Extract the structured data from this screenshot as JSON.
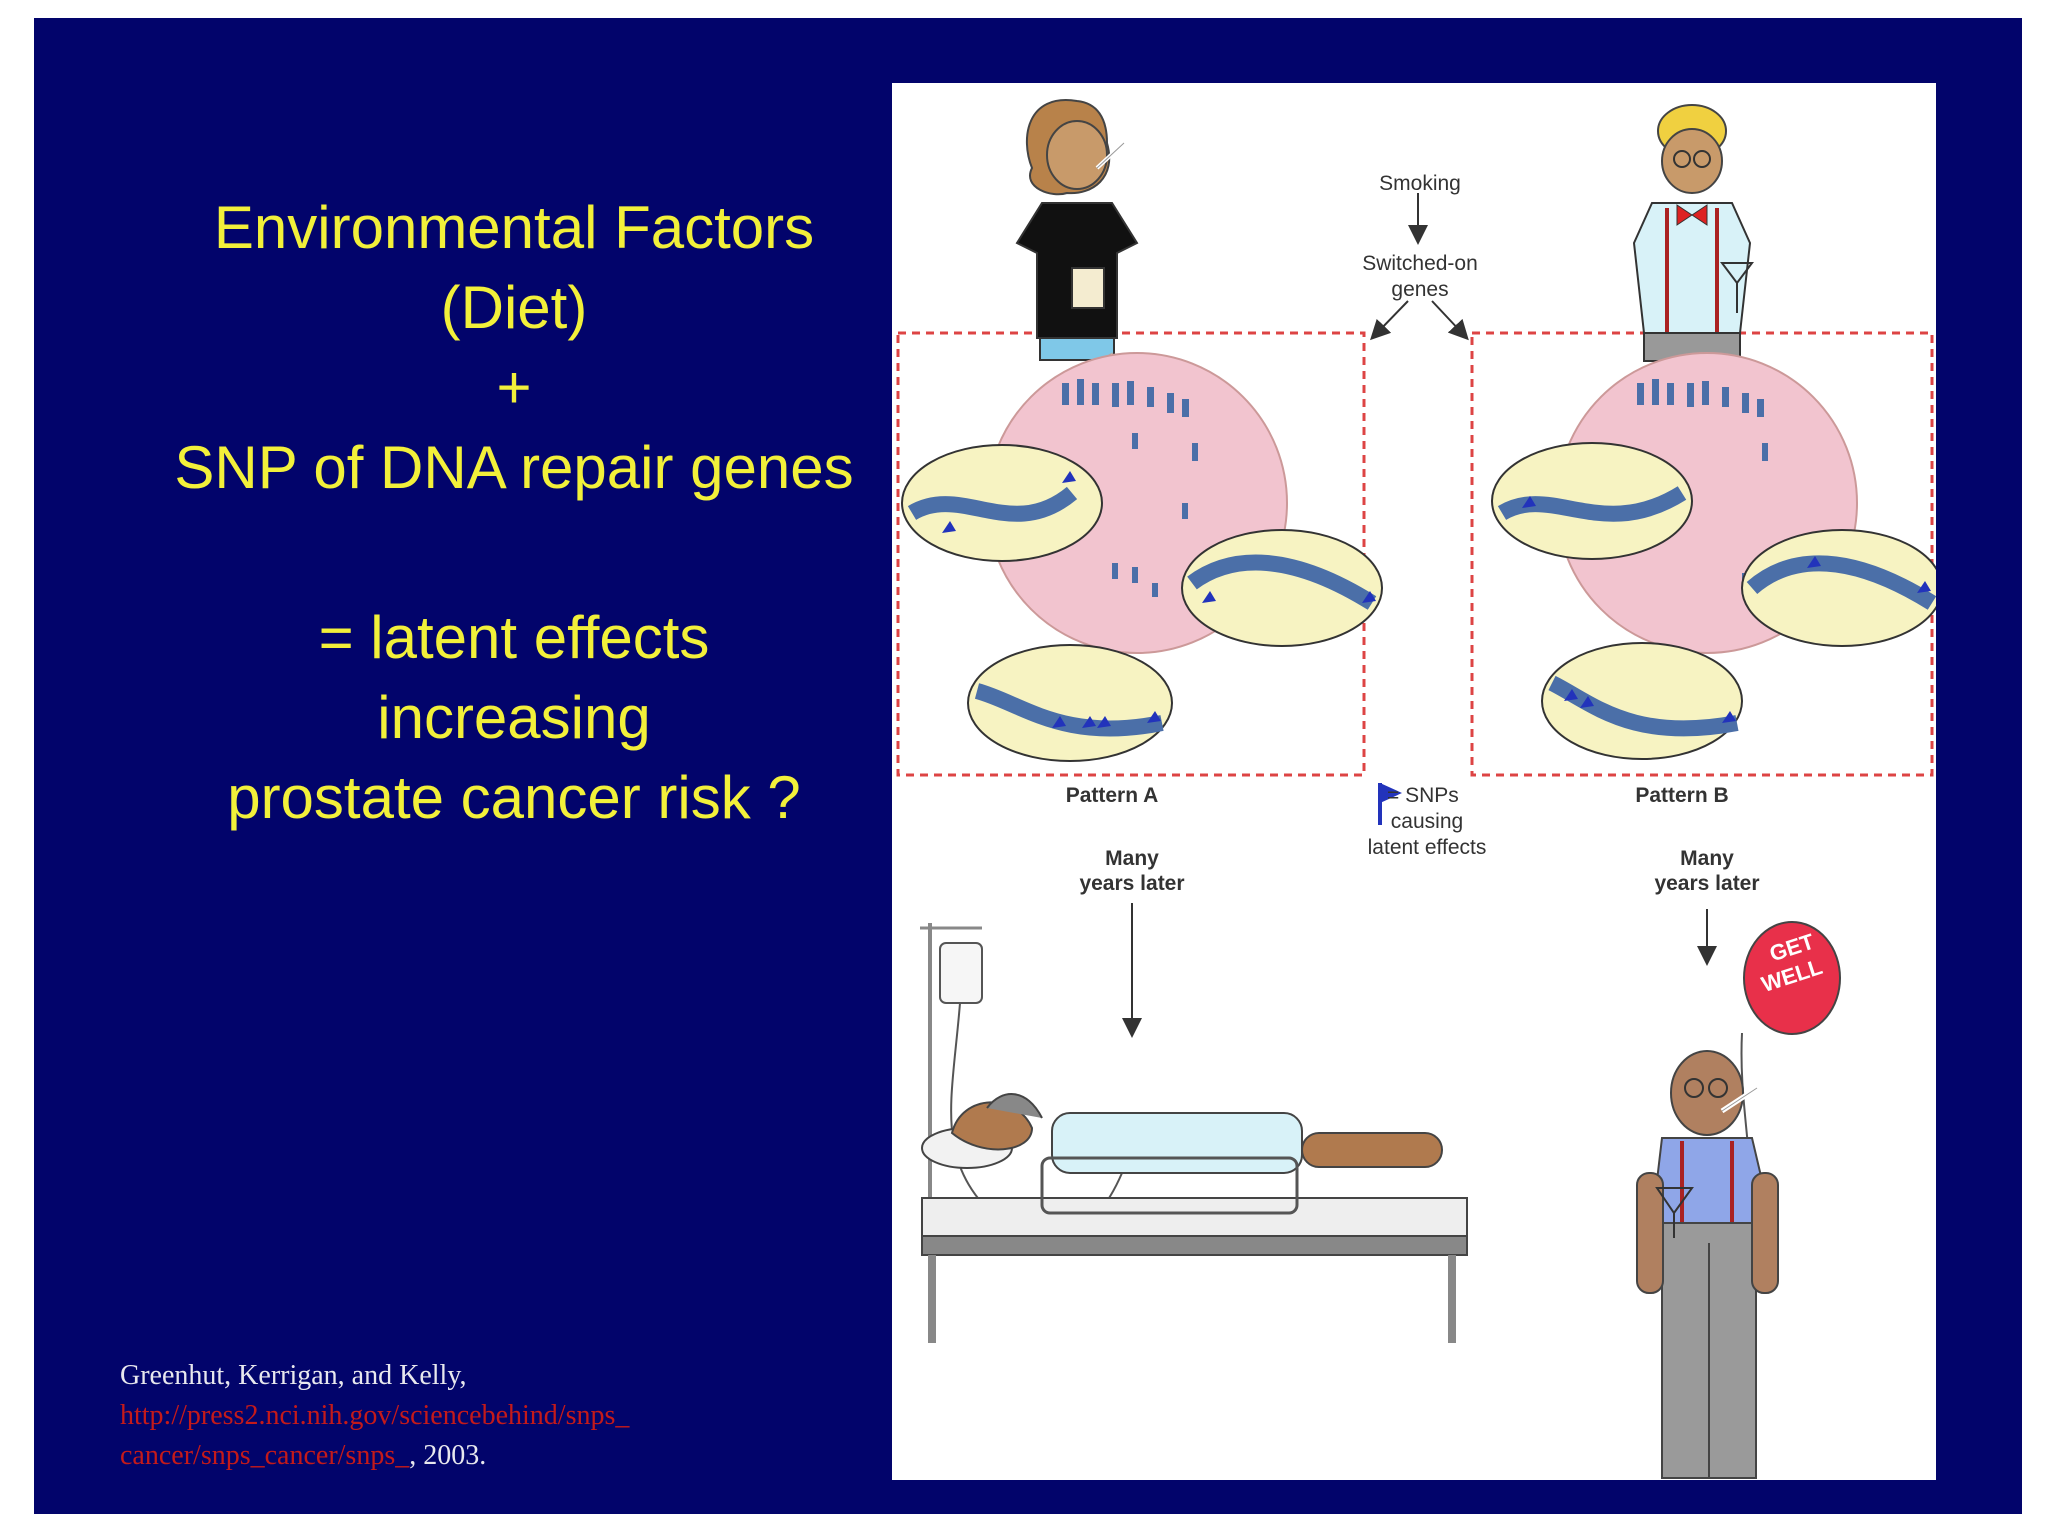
{
  "slide": {
    "heading_lines": [
      "Environmental Factors",
      "(Diet)",
      "+",
      "SNP of DNA repair genes"
    ],
    "result_lines": [
      "= latent effects",
      "increasing",
      "prostate cancer risk ?"
    ],
    "citation": {
      "authors": "Greenhut, Kerrigan, and Kelly,",
      "url_line1": "http://press2.nci.nih.gov/sciencebehind/snps_",
      "url_line2": "cancer/snps_cancer/snps_",
      "year": ", 2003."
    }
  },
  "figure": {
    "smoking_label": "Smoking",
    "switched_label_1": "Switched-on",
    "switched_label_2": "genes",
    "pattern_a": "Pattern A",
    "pattern_b": "Pattern B",
    "legend_1": "= SNPs",
    "legend_2": "causing",
    "legend_3": "latent effects",
    "many_years_a_1": "Many",
    "many_years_a_2": "years later",
    "many_years_b_1": "Many",
    "many_years_b_2": "years later",
    "balloon_1": "GET",
    "balloon_2": "WELL",
    "colors": {
      "background": "#02046b",
      "text_yellow": "#f2f03a",
      "link_red": "#c41a1a",
      "box_dash_red": "#d44",
      "chromosome_blue": "#4b6fa8",
      "lens_yellow": "#f7f3c2",
      "cell_pink": "#f2c4cf",
      "balloon_red": "#e8304a"
    }
  }
}
